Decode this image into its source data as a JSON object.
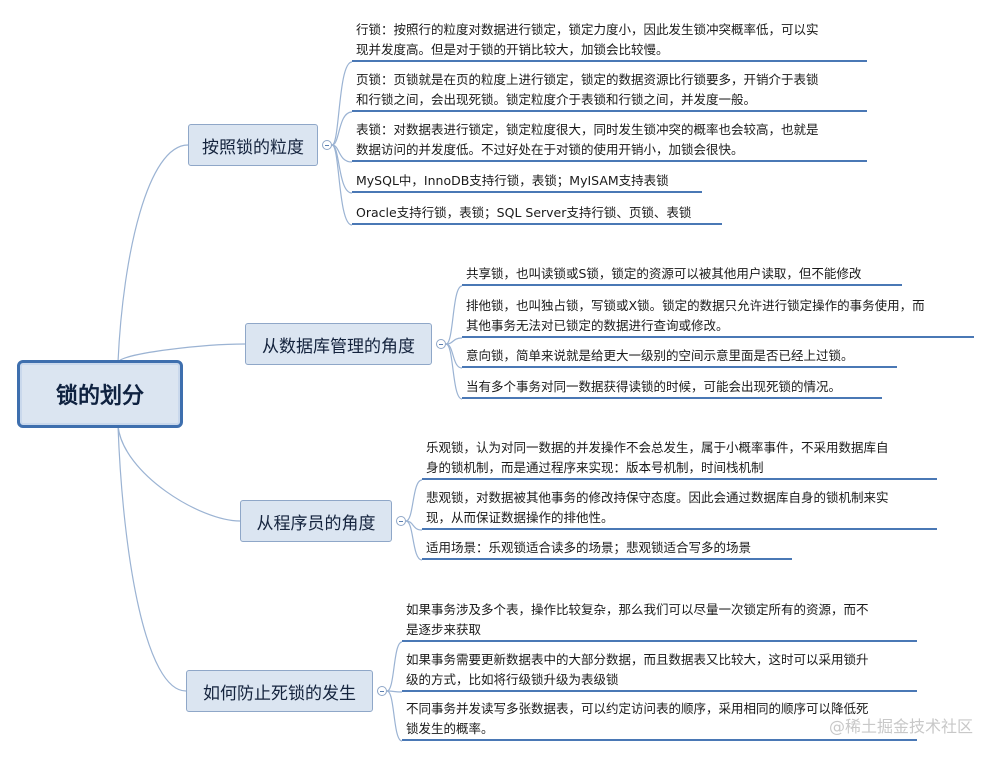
{
  "root": {
    "label": "锁的划分"
  },
  "branches": [
    {
      "label": "按照锁的粒度",
      "items": [
        {
          "lines": [
            "行锁：按照行的粒度对数据进行锁定，锁定力度小，因此发生锁冲突概率低，可以实",
            "现并发度高。但是对于锁的开销比较大，加锁会比较慢。"
          ]
        },
        {
          "lines": [
            "页锁：页锁就是在页的粒度上进行锁定，锁定的数据资源比行锁要多，开销介于表锁",
            "和行锁之间，会出现死锁。锁定粒度介于表锁和行锁之间，并发度一般。"
          ]
        },
        {
          "lines": [
            "表锁：对数据表进行锁定，锁定粒度很大，同时发生锁冲突的概率也会较高，也就是",
            "数据访问的并发度低。不过好处在于对锁的使用开销小，加锁会很快。"
          ]
        },
        {
          "lines": [
            "MySQL中，InnoDB支持行锁，表锁；MyISAM支持表锁"
          ]
        },
        {
          "lines": [
            "Oracle支持行锁，表锁；SQL Server支持行锁、页锁、表锁"
          ]
        }
      ]
    },
    {
      "label": "从数据库管理的角度",
      "items": [
        {
          "lines": [
            "共享锁，也叫读锁或S锁，锁定的资源可以被其他用户读取，但不能修改"
          ]
        },
        {
          "lines": [
            "排他锁，也叫独占锁，写锁或X锁。锁定的数据只允许进行锁定操作的事务使用，而",
            "其他事务无法对已锁定的数据进行查询或修改。"
          ]
        },
        {
          "lines": [
            "意向锁，简单来说就是给更大一级别的空间示意里面是否已经上过锁。"
          ]
        },
        {
          "lines": [
            "当有多个事务对同一数据获得读锁的时候，可能会出现死锁的情况。"
          ]
        }
      ]
    },
    {
      "label": "从程序员的角度",
      "items": [
        {
          "lines": [
            "乐观锁，认为对同一数据的并发操作不会总发生，属于小概率事件，不采用数据库自",
            "身的锁机制，而是通过程序来实现：版本号机制，时间栈机制"
          ]
        },
        {
          "lines": [
            "悲观锁，对数据被其他事务的修改持保守态度。因此会通过数据库自身的锁机制来实",
            "现，从而保证数据操作的排他性。"
          ]
        },
        {
          "lines": [
            "适用场景：乐观锁适合读多的场景；悲观锁适合写多的场景"
          ]
        }
      ]
    },
    {
      "label": "如何防止死锁的发生",
      "items": [
        {
          "lines": [
            "如果事务涉及多个表，操作比较复杂，那么我们可以尽量一次锁定所有的资源，而不",
            "是逐步来获取"
          ]
        },
        {
          "lines": [
            "如果事务需要更新数据表中的大部分数据，而且数据表又比较大，这时可以采用锁升",
            "级的方式，比如将行级锁升级为表级锁"
          ]
        },
        {
          "lines": [
            "不同事务并发读写多张数据表，可以约定访问表的顺序，采用相同的顺序可以降低死",
            "锁发生的概率。"
          ]
        }
      ]
    }
  ],
  "watermark": "@稀土掘金技术社区",
  "colors": {
    "branch_fill": "#dbe5f1",
    "line": "#4a78b5",
    "root_border": "#3e6fae"
  }
}
